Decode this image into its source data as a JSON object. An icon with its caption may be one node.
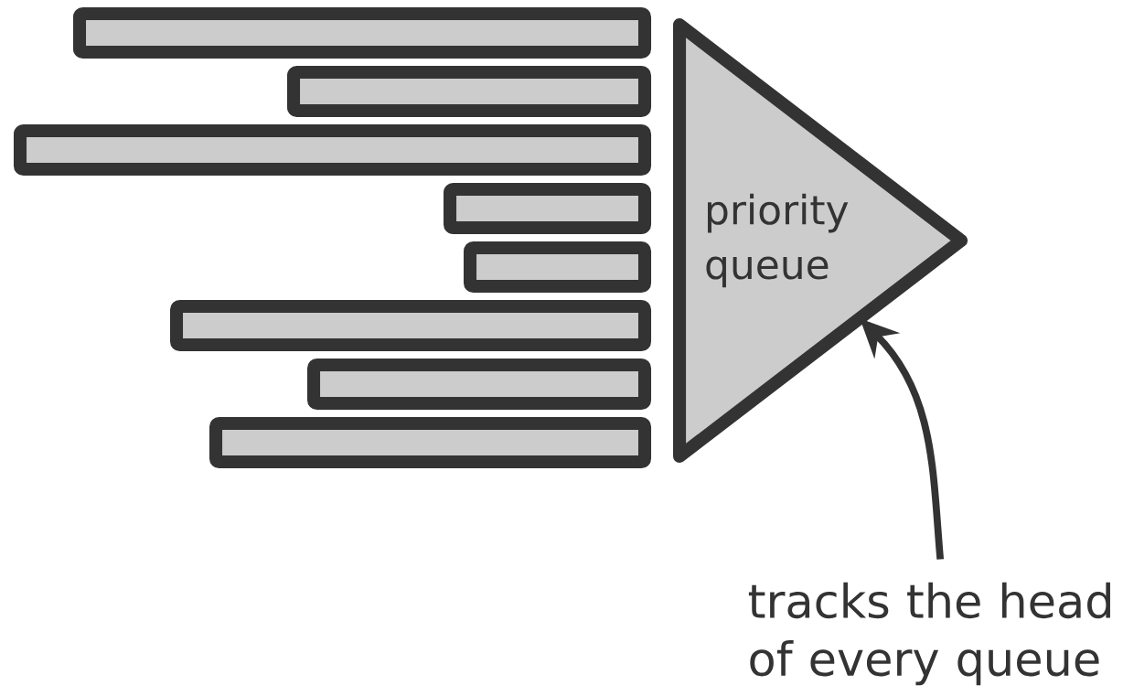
{
  "diagram": {
    "nodes": [
      {
        "text": [],
        "shape": "bar"
      },
      {
        "text": [],
        "shape": "bar"
      },
      {
        "text": [],
        "shape": "bar"
      },
      {
        "text": [],
        "shape": "bar"
      },
      {
        "text": [],
        "shape": "bar"
      },
      {
        "text": [],
        "shape": "bar"
      },
      {
        "text": [],
        "shape": "bar"
      },
      {
        "text": [],
        "shape": "bar"
      },
      {
        "text": [
          "priority queue"
        ]
      },
      {
        "text": [
          "tracks the head of every queue"
        ]
      }
    ],
    "edges": [
      {
        "from": 9,
        "to": 8,
        "arrow": "to"
      }
    ]
  }
}
